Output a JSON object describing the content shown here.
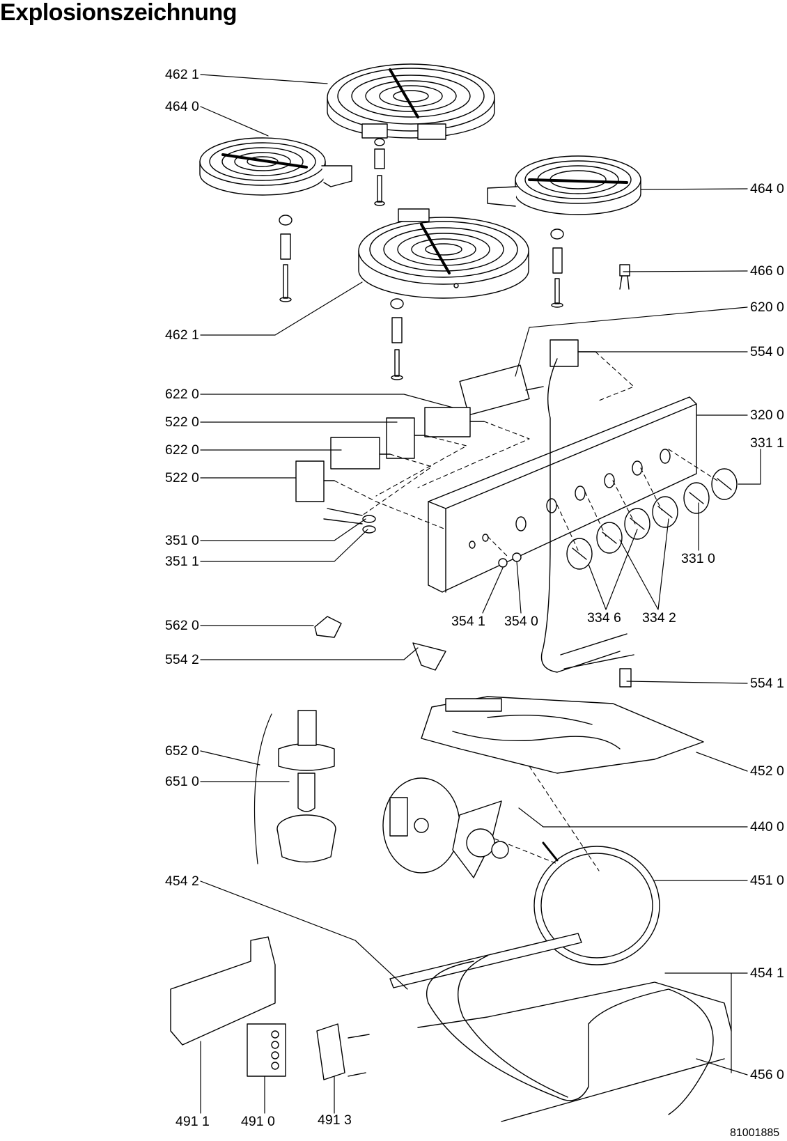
{
  "title": "Explosionszeichnung",
  "drawing_number": "81001885",
  "labels": {
    "l4621a": "462 1",
    "l4640a": "464 0",
    "l4640b": "464 0",
    "l4660": "466 0",
    "l4621b": "462 1",
    "l6200": "620 0",
    "l5540": "554 0",
    "l6220a": "622 0",
    "l3200": "320 0",
    "l5220a": "522 0",
    "l3311": "331 1",
    "l6220b": "622 0",
    "l5220b": "522 0",
    "l3510": "351 0",
    "l3511": "351 1",
    "l3310": "331 0",
    "l3541": "354 1",
    "l3540": "354 0",
    "l3346": "334 6",
    "l3342": "334 2",
    "l5620": "562 0",
    "l5542": "554 2",
    "l5541": "554 1",
    "l6520": "652 0",
    "l4520": "452 0",
    "l6510": "651 0",
    "l4400": "440 0",
    "l4542": "454 2",
    "l4510": "451 0",
    "l4541": "454 1",
    "l4560": "456 0",
    "l4911": "491 1",
    "l4910": "491 0",
    "l4913": "491 3"
  }
}
